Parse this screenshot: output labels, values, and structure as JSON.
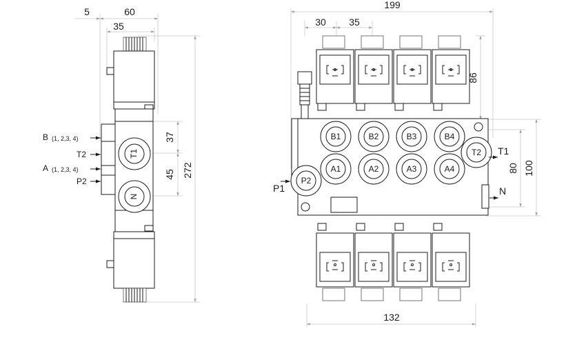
{
  "side_view": {
    "dimensions": {
      "offset": "5",
      "width": "60",
      "inner": "35",
      "upper": "37",
      "lower": "45",
      "height": "272"
    },
    "labels": {
      "b": "B",
      "b_sub": "(1, 2,3, 4)",
      "t2": "T2",
      "a": "A",
      "a_sub": "(1, 2,3, 4)",
      "p2": "P2"
    },
    "ports": {
      "top": "T1",
      "bottom": "N"
    }
  },
  "front_view": {
    "dimensions": {
      "total_width": "199",
      "first_pitch": "30",
      "pitch": "35",
      "coil_height": "86",
      "body_mid": "80",
      "body_total": "100",
      "bottom_width": "132"
    },
    "ports_b": [
      "B1",
      "B2",
      "B3",
      "B4"
    ],
    "ports_a": [
      "A1",
      "A2",
      "A3",
      "A4"
    ],
    "port_p2": "P2",
    "port_t2": "T2",
    "labels": {
      "p1": "P1",
      "t1": "T1",
      "n": "N"
    }
  }
}
